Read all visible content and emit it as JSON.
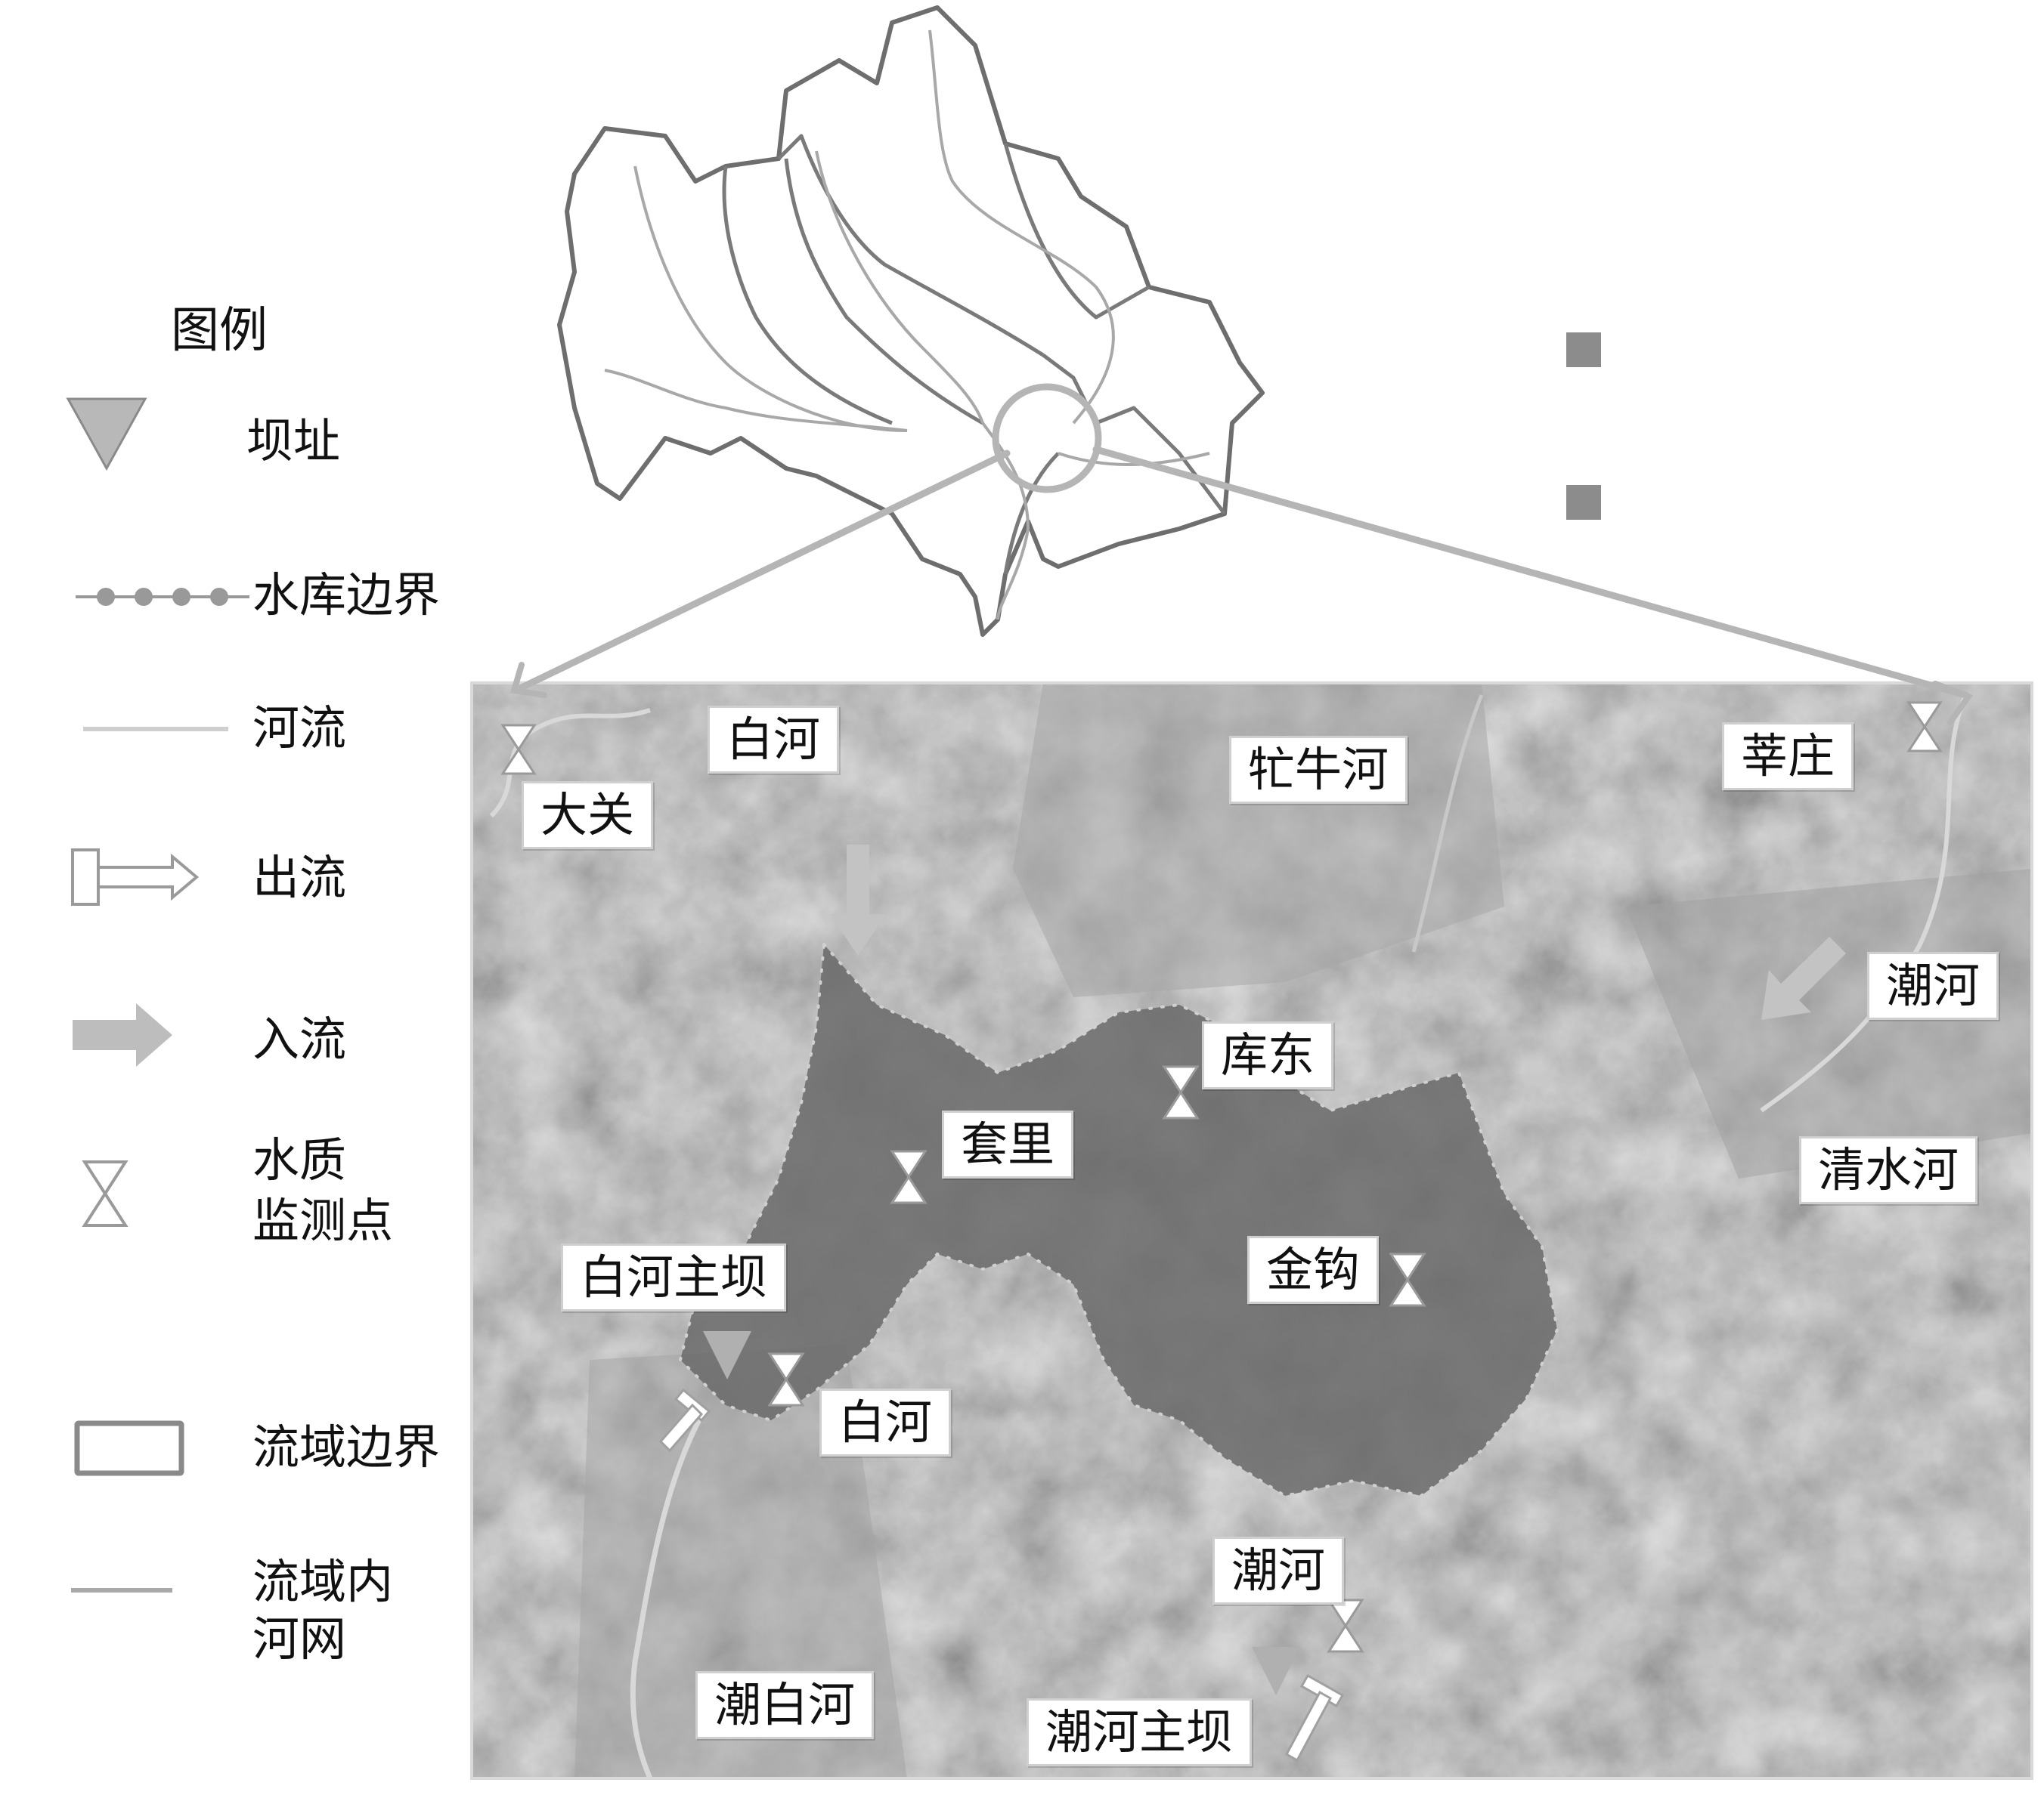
{
  "legend": {
    "title": "图例",
    "items": [
      {
        "key": "dam",
        "label": "坝址",
        "icon": "triangle-icon"
      },
      {
        "key": "reservoir_boundary",
        "label": "水库边界",
        "icon": "dotted-line-icon"
      },
      {
        "key": "river",
        "label": "河流",
        "icon": "line-icon"
      },
      {
        "key": "outflow",
        "label": "出流",
        "icon": "outflow-arrow-icon"
      },
      {
        "key": "inflow",
        "label": "入流",
        "icon": "inflow-arrow-icon"
      },
      {
        "key": "monitoring",
        "label_lines": [
          "水质",
          "监测点"
        ],
        "icon": "hourglass-icon"
      },
      {
        "key": "basin_boundary",
        "label": "流域边界",
        "icon": "rectangle-icon"
      },
      {
        "key": "basin_network",
        "label_lines": [
          "流域内",
          "河网"
        ],
        "icon": "line-icon"
      }
    ]
  },
  "map_labels": {
    "baihe_top": "白河",
    "daguan": "大关",
    "qianniuhe": "牤牛河",
    "xinzhuang": "莘庄",
    "chaohe_right": "潮河",
    "kudong": "库东",
    "taoli": "套里",
    "qingshuihe": "清水河",
    "jingou": "金钩",
    "baihe_dam": "白河主坝",
    "baihe_bottom": "白河",
    "chaohe_bottom": "潮河",
    "chaobaihe": "潮白河",
    "chaohe_dam": "潮河主坝"
  },
  "colors": {
    "satellite_base": "#8a8a8a",
    "reservoir_water": "#6f6f6f",
    "label_bg": "#ffffff",
    "symbol_gray": "#b5b5b5",
    "basin_outline": "#7a7a7a"
  }
}
